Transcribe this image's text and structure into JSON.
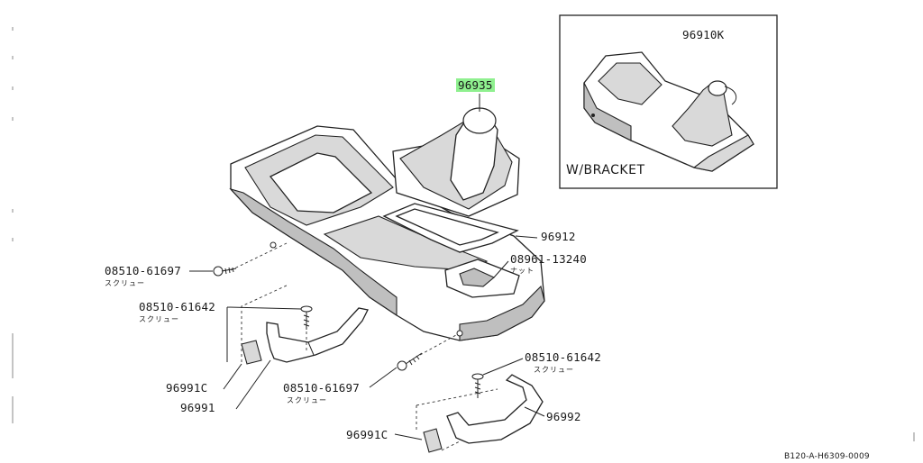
{
  "diagram": {
    "inset": {
      "part_number": "96910K",
      "caption": "W/BRACKET"
    },
    "callouts": [
      {
        "id": "boot",
        "part": "96935",
        "highlighted": true
      },
      {
        "id": "finisher",
        "part": "96912"
      },
      {
        "id": "nut",
        "part": "08961-13240",
        "sub": "ナット"
      },
      {
        "id": "screw-left",
        "part": "08510-61697",
        "sub": "スクリュー"
      },
      {
        "id": "screw-mid",
        "part": "08510-61642",
        "sub": "スクリュー"
      },
      {
        "id": "screw-right",
        "part": "08510-61642",
        "sub": "スクリュー"
      },
      {
        "id": "screw-bottom",
        "part": "08510-61697",
        "sub": "スクリュー"
      },
      {
        "id": "clip-left",
        "part": "96991C"
      },
      {
        "id": "bracket-left",
        "part": "96991"
      },
      {
        "id": "bracket-right",
        "part": "96992"
      },
      {
        "id": "clip-bottom",
        "part": "96991C"
      }
    ],
    "drawing_code": "B120-A-H6309-0009"
  }
}
